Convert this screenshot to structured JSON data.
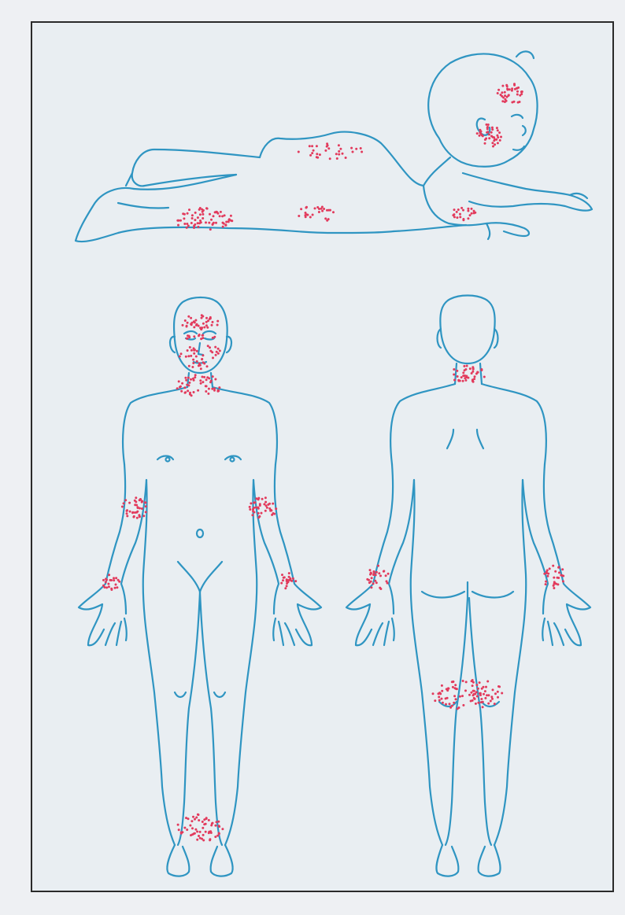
{
  "colors": {
    "background": "#eef0f3",
    "card": "#e9eef2",
    "frame": "#2a2a2a",
    "outline": "#2f95c2",
    "lesion": "#e23a5c"
  },
  "figures": [
    {
      "name": "infant-prone",
      "affected_regions": [
        "scalp",
        "cheek",
        "back",
        "buttocks",
        "thigh",
        "flexural-arm"
      ]
    },
    {
      "name": "adult-anterior",
      "affected_regions": [
        "forehead",
        "eyelids",
        "cheeks",
        "perioral",
        "neck",
        "right-elbow-flexure",
        "left-elbow-flexure",
        "right-wrist",
        "left-wrist",
        "ankles"
      ]
    },
    {
      "name": "adult-posterior",
      "affected_regions": [
        "nape-of-neck",
        "right-wrist",
        "left-wrist",
        "popliteal-fossae"
      ]
    }
  ]
}
